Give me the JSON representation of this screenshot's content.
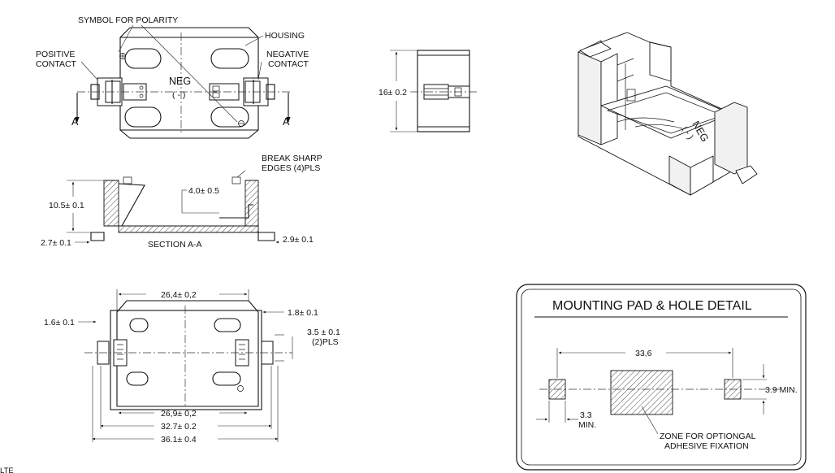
{
  "labels": {
    "symbol_polarity": "SYMBOL FOR POLARITY",
    "housing": "HOUSING",
    "positive_contact_1": "POSITIVE",
    "positive_contact_2": "CONTACT",
    "negative_contact_1": "NEGATIVE",
    "negative_contact_2": "CONTACT",
    "neg_mark": "NEG",
    "neg_sign": "( - )",
    "section_a_left": "A",
    "section_a_right": "A",
    "break_edges_1": "BREAK SHARP",
    "break_edges_2": "EDGES (4)PLS",
    "section_title": "SECTION A-A",
    "iso_neg": "NEG",
    "iso_sign": "( - )",
    "mounting_title": "MOUNTING PAD & HOLE DETAIL",
    "zone_1": "ZONE FOR OPTIONGAL",
    "zone_2": "ADHESIVE FIXATION",
    "bottom_cut": "LTE"
  },
  "dimensions": {
    "side_height": "16± 0.2",
    "section_height": "10.5± 0.1",
    "section_depth": "4.0± 0.5",
    "section_left": "2.7± 0.1",
    "section_right": "2.9± 0.1",
    "top_width": "26,4± 0,2",
    "left_tab": "1.6± 0.1",
    "right_tab": "1.8± 0.1",
    "pin_1": "3.5 ± 0.1",
    "pin_2": "(2)PLS",
    "inner_width": "26,9± 0,2",
    "mid_width": "32.7± 0.2",
    "overall_width": "36.1± 0.4",
    "pad_spacing": "33,6",
    "pad_size": "3.9 MIN.",
    "pad_gap_1": "3.3",
    "pad_gap_2": "MIN."
  }
}
